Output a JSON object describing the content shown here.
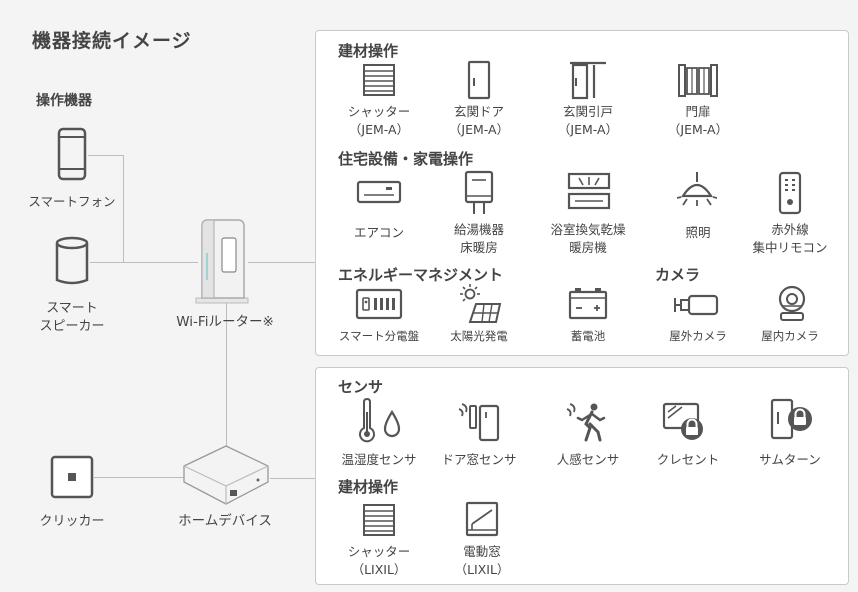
{
  "title": "機器接続イメージ",
  "left": {
    "header": "操作機器",
    "smartphone": "スマートフォン",
    "speaker_l1": "スマート",
    "speaker_l2": "スピーカー",
    "clicker": "クリッカー"
  },
  "router": "Wi-Fiルーター※",
  "homedevice": "ホームデバイス",
  "top_panel": {
    "sec_building": "建材操作",
    "shutter_l1": "シャッター",
    "shutter_l2": "（JEM-A）",
    "door_l1": "玄関ドア",
    "door_l2": "（JEM-A）",
    "sliding_l1": "玄関引戸",
    "sliding_l2": "（JEM-A）",
    "gate_l1": "門扉",
    "gate_l2": "（JEM-A）",
    "sec_housing": "住宅設備・家電操作",
    "aircon": "エアコン",
    "water_l1": "給湯機器",
    "water_l2": "床暖房",
    "bath_l1": "浴室換気乾燥",
    "bath_l2": "暖房機",
    "light": "照明",
    "ir_l1": "赤外線",
    "ir_l2": "集中リモコン",
    "sec_energy": "エネルギーマネジメント",
    "sec_camera": "カメラ",
    "panelboard": "スマート分電盤",
    "solar": "太陽光発電",
    "battery": "蓄電池",
    "outcam": "屋外カメラ",
    "incam": "屋内カメラ"
  },
  "bottom_panel": {
    "sec_sensor": "センサ",
    "temp": "温湿度センサ",
    "doorwin": "ドア窓センサ",
    "motion": "人感センサ",
    "crescent": "クレセント",
    "thumb": "サムターン",
    "sec_building": "建材操作",
    "shutter_l1": "シャッター",
    "shutter_l2": "（LIXIL）",
    "window_l1": "電動窓",
    "window_l2": "（LIXIL）"
  }
}
